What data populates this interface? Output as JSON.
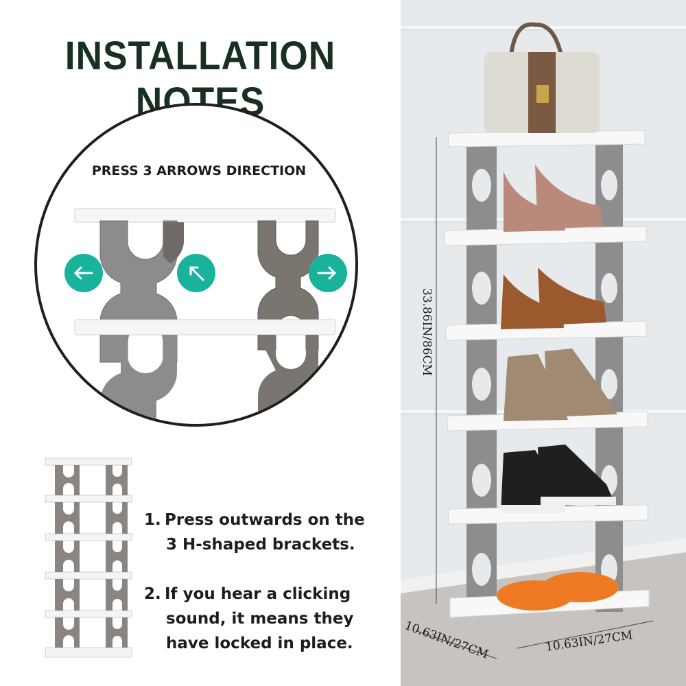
{
  "header": {
    "title": "INSTALLATION NOTES"
  },
  "detail_circle": {
    "caption": "PRESS 3 ARROWS DIRECTION"
  },
  "steps": [
    {
      "number": "1.",
      "line1": "Press outwards on the",
      "line2": "3 H-shaped brackets."
    },
    {
      "number": "2.",
      "line1": "If you hear a clicking",
      "line2": "sound, it means they",
      "line3": "have locked in place."
    }
  ],
  "dimensions": {
    "height": "33.86IN/86CM",
    "depth": "10.63IN/27CM",
    "width": "10.63IN/27CM"
  },
  "colors": {
    "title": "#17301f",
    "arrow_accent": "#18b39a",
    "bracket_gray": "#8f8f8f",
    "shelf_white": "#f7f7f7",
    "photo_background": "#e7ebee"
  }
}
